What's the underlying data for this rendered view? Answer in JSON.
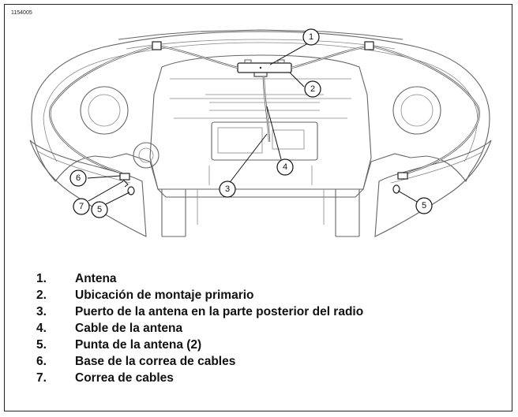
{
  "figure_id": "1154005",
  "callouts": [
    {
      "n": "1"
    },
    {
      "n": "2"
    },
    {
      "n": "3"
    },
    {
      "n": "4"
    },
    {
      "n": "5"
    },
    {
      "n": "5"
    },
    {
      "n": "6"
    },
    {
      "n": "7"
    }
  ],
  "legend": [
    {
      "num": "1.",
      "text": "Antena"
    },
    {
      "num": "2.",
      "text": "Ubicación de montaje primario"
    },
    {
      "num": "3.",
      "text": "Puerto de la antena en la parte posterior del radio"
    },
    {
      "num": "4.",
      "text": "Cable de la antena"
    },
    {
      "num": "5.",
      "text": "Punta de la antena (2)"
    },
    {
      "num": "6.",
      "text": "Base de la correa de cables"
    },
    {
      "num": "7.",
      "text": "Correa de cables"
    }
  ]
}
